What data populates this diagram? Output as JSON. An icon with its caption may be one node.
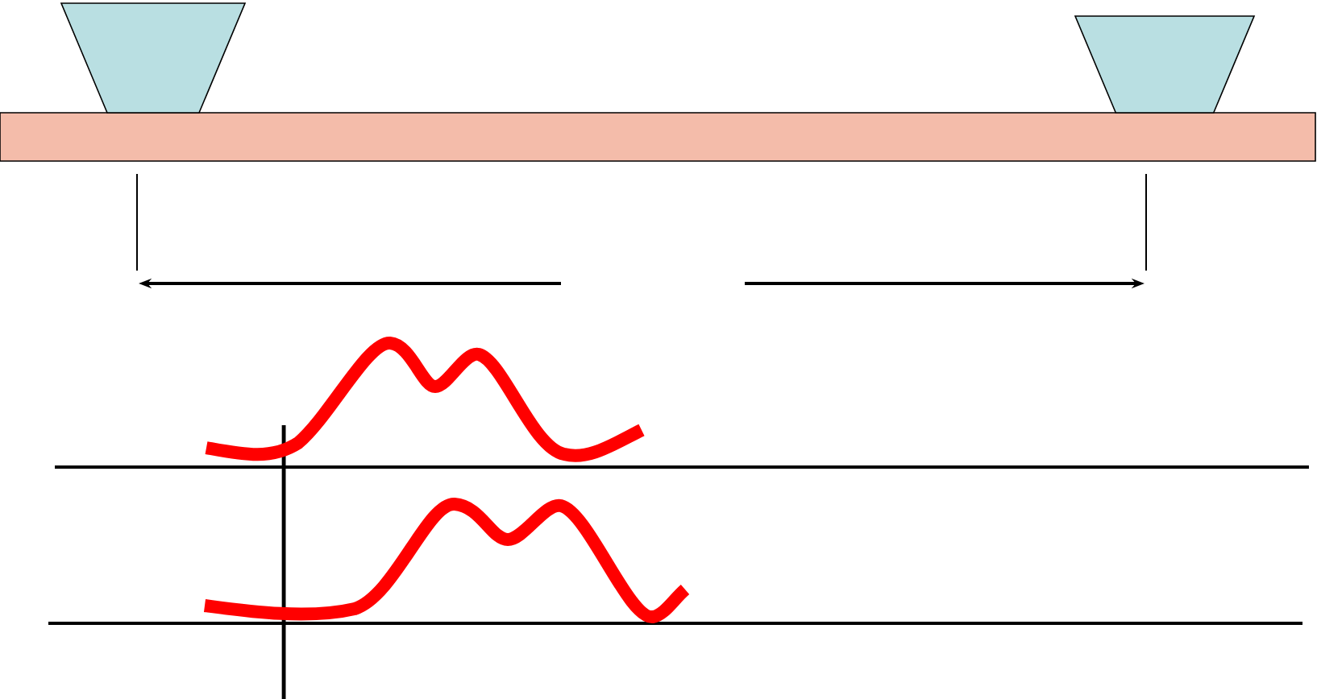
{
  "diagram": {
    "nodes": [
      {
        "text": [],
        "shape": "box"
      },
      {
        "text": [],
        "shape": "trapezoid"
      },
      {
        "text": [],
        "shape": "trapezoid"
      }
    ]
  }
}
